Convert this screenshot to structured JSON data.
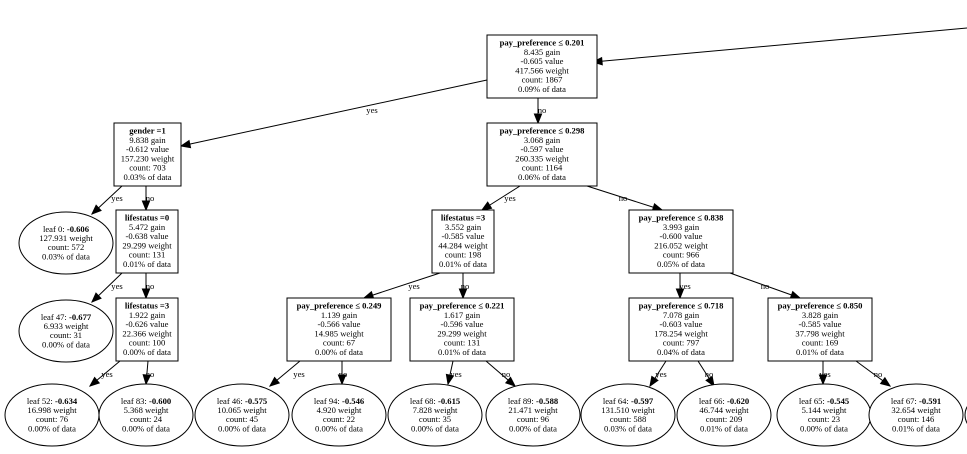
{
  "nodes": [
    {
      "id": "n0",
      "title": "pay_preference ≤ 0.201",
      "lines": [
        "8.435 gain",
        "-0.605 value",
        "417.566 weight",
        "count: 1867",
        "0.09% of data"
      ]
    },
    {
      "id": "n1",
      "title": "gender =1",
      "lines": [
        "9.838 gain",
        "-0.612 value",
        "157.230 weight",
        "count: 703",
        "0.03% of data"
      ]
    },
    {
      "id": "n2",
      "title": "pay_preference ≤ 0.298",
      "lines": [
        "3.068 gain",
        "-0.597 value",
        "260.335 weight",
        "count: 1164",
        "0.06% of data"
      ]
    },
    {
      "id": "n3",
      "title": "lifestatus =0",
      "lines": [
        "5.472 gain",
        "-0.638 value",
        "29.299 weight",
        "count: 131",
        "0.01% of data"
      ]
    },
    {
      "id": "n4",
      "title": "lifestatus =3",
      "lines": [
        "3.552 gain",
        "-0.585 value",
        "44.284 weight",
        "count: 198",
        "0.01% of data"
      ]
    },
    {
      "id": "n5",
      "title": "pay_preference ≤ 0.838",
      "lines": [
        "3.993 gain",
        "-0.600 value",
        "216.052 weight",
        "count: 966",
        "0.05% of data"
      ]
    },
    {
      "id": "n6",
      "title": "lifestatus =3",
      "lines": [
        "1.922 gain",
        "-0.626 value",
        "22.366 weight",
        "count: 100",
        "0.00% of data"
      ]
    },
    {
      "id": "n7",
      "title": "pay_preference ≤ 0.249",
      "lines": [
        "1.139 gain",
        "-0.566 value",
        "14.985 weight",
        "count: 67",
        "0.00% of data"
      ]
    },
    {
      "id": "n8",
      "title": "pay_preference ≤ 0.221",
      "lines": [
        "1.617 gain",
        "-0.596 value",
        "29.299 weight",
        "count: 131",
        "0.01% of data"
      ]
    },
    {
      "id": "n9",
      "title": "pay_preference ≤ 0.718",
      "lines": [
        "7.078 gain",
        "-0.603 value",
        "178.254 weight",
        "count: 797",
        "0.04% of data"
      ]
    },
    {
      "id": "n10",
      "title": "pay_preference ≤ 0.850",
      "lines": [
        "3.828 gain",
        "-0.585 value",
        "37.798 weight",
        "count: 169",
        "0.01% of data"
      ]
    }
  ],
  "leaves": [
    {
      "id": "l0",
      "prefix": "leaf 0: ",
      "value": "-0.606",
      "lines": [
        "127.931 weight",
        "count: 572",
        "0.03% of data"
      ]
    },
    {
      "id": "l47",
      "prefix": "leaf 47: ",
      "value": "-0.677",
      "lines": [
        "6.933 weight",
        "count: 31",
        "0.00% of data"
      ]
    },
    {
      "id": "l52",
      "prefix": "leaf 52: ",
      "value": "-0.634",
      "lines": [
        "16.998 weight",
        "count: 76",
        "0.00% of data"
      ]
    },
    {
      "id": "l83",
      "prefix": "leaf 83: ",
      "value": "-0.600",
      "lines": [
        "5.368 weight",
        "count: 24",
        "0.00% of data"
      ]
    },
    {
      "id": "l46",
      "prefix": "leaf 46: ",
      "value": "-0.575",
      "lines": [
        "10.065 weight",
        "count: 45",
        "0.00% of data"
      ]
    },
    {
      "id": "l94",
      "prefix": "leaf 94: ",
      "value": "-0.546",
      "lines": [
        "4.920 weight",
        "count: 22",
        "0.00% of data"
      ]
    },
    {
      "id": "l68",
      "prefix": "leaf 68: ",
      "value": "-0.615",
      "lines": [
        "7.828 weight",
        "count: 35",
        "0.00% of data"
      ]
    },
    {
      "id": "l89",
      "prefix": "leaf 89: ",
      "value": "-0.588",
      "lines": [
        "21.471 weight",
        "count: 96",
        "0.00% of data"
      ]
    },
    {
      "id": "l64",
      "prefix": "leaf 64: ",
      "value": "-0.597",
      "lines": [
        "131.510 weight",
        "count: 588",
        "0.03% of data"
      ]
    },
    {
      "id": "l66",
      "prefix": "leaf 66: ",
      "value": "-0.620",
      "lines": [
        "46.744 weight",
        "count: 209",
        "0.01% of data"
      ]
    },
    {
      "id": "l65",
      "prefix": "leaf 65: ",
      "value": "-0.545",
      "lines": [
        "5.144 weight",
        "count: 23",
        "0.00% of data"
      ]
    },
    {
      "id": "l67",
      "prefix": "leaf 67: ",
      "value": "-0.591",
      "lines": [
        "32.654 weight",
        "count: 146",
        "0.01% of data"
      ]
    }
  ],
  "edges": [
    {
      "id": "e0",
      "label": ""
    },
    {
      "id": "e1",
      "label": "yes"
    },
    {
      "id": "e2",
      "label": "no"
    },
    {
      "id": "e3",
      "label": "yes"
    },
    {
      "id": "e4",
      "label": "no"
    },
    {
      "id": "e5",
      "label": "yes"
    },
    {
      "id": "e6",
      "label": "no"
    },
    {
      "id": "e7",
      "label": "yes"
    },
    {
      "id": "e8",
      "label": "no"
    },
    {
      "id": "e9",
      "label": "yes"
    },
    {
      "id": "e10",
      "label": "no"
    },
    {
      "id": "e11",
      "label": "yes"
    },
    {
      "id": "e12",
      "label": "no"
    },
    {
      "id": "e13",
      "label": "yes"
    },
    {
      "id": "e14",
      "label": "no"
    },
    {
      "id": "e15",
      "label": "yes"
    },
    {
      "id": "e16",
      "label": "no"
    },
    {
      "id": "e17",
      "label": "yes"
    },
    {
      "id": "e18",
      "label": "no"
    },
    {
      "id": "e19",
      "label": "yes"
    },
    {
      "id": "e20",
      "label": "no"
    },
    {
      "id": "e21",
      "label": "yes"
    },
    {
      "id": "e22",
      "label": "no"
    }
  ]
}
